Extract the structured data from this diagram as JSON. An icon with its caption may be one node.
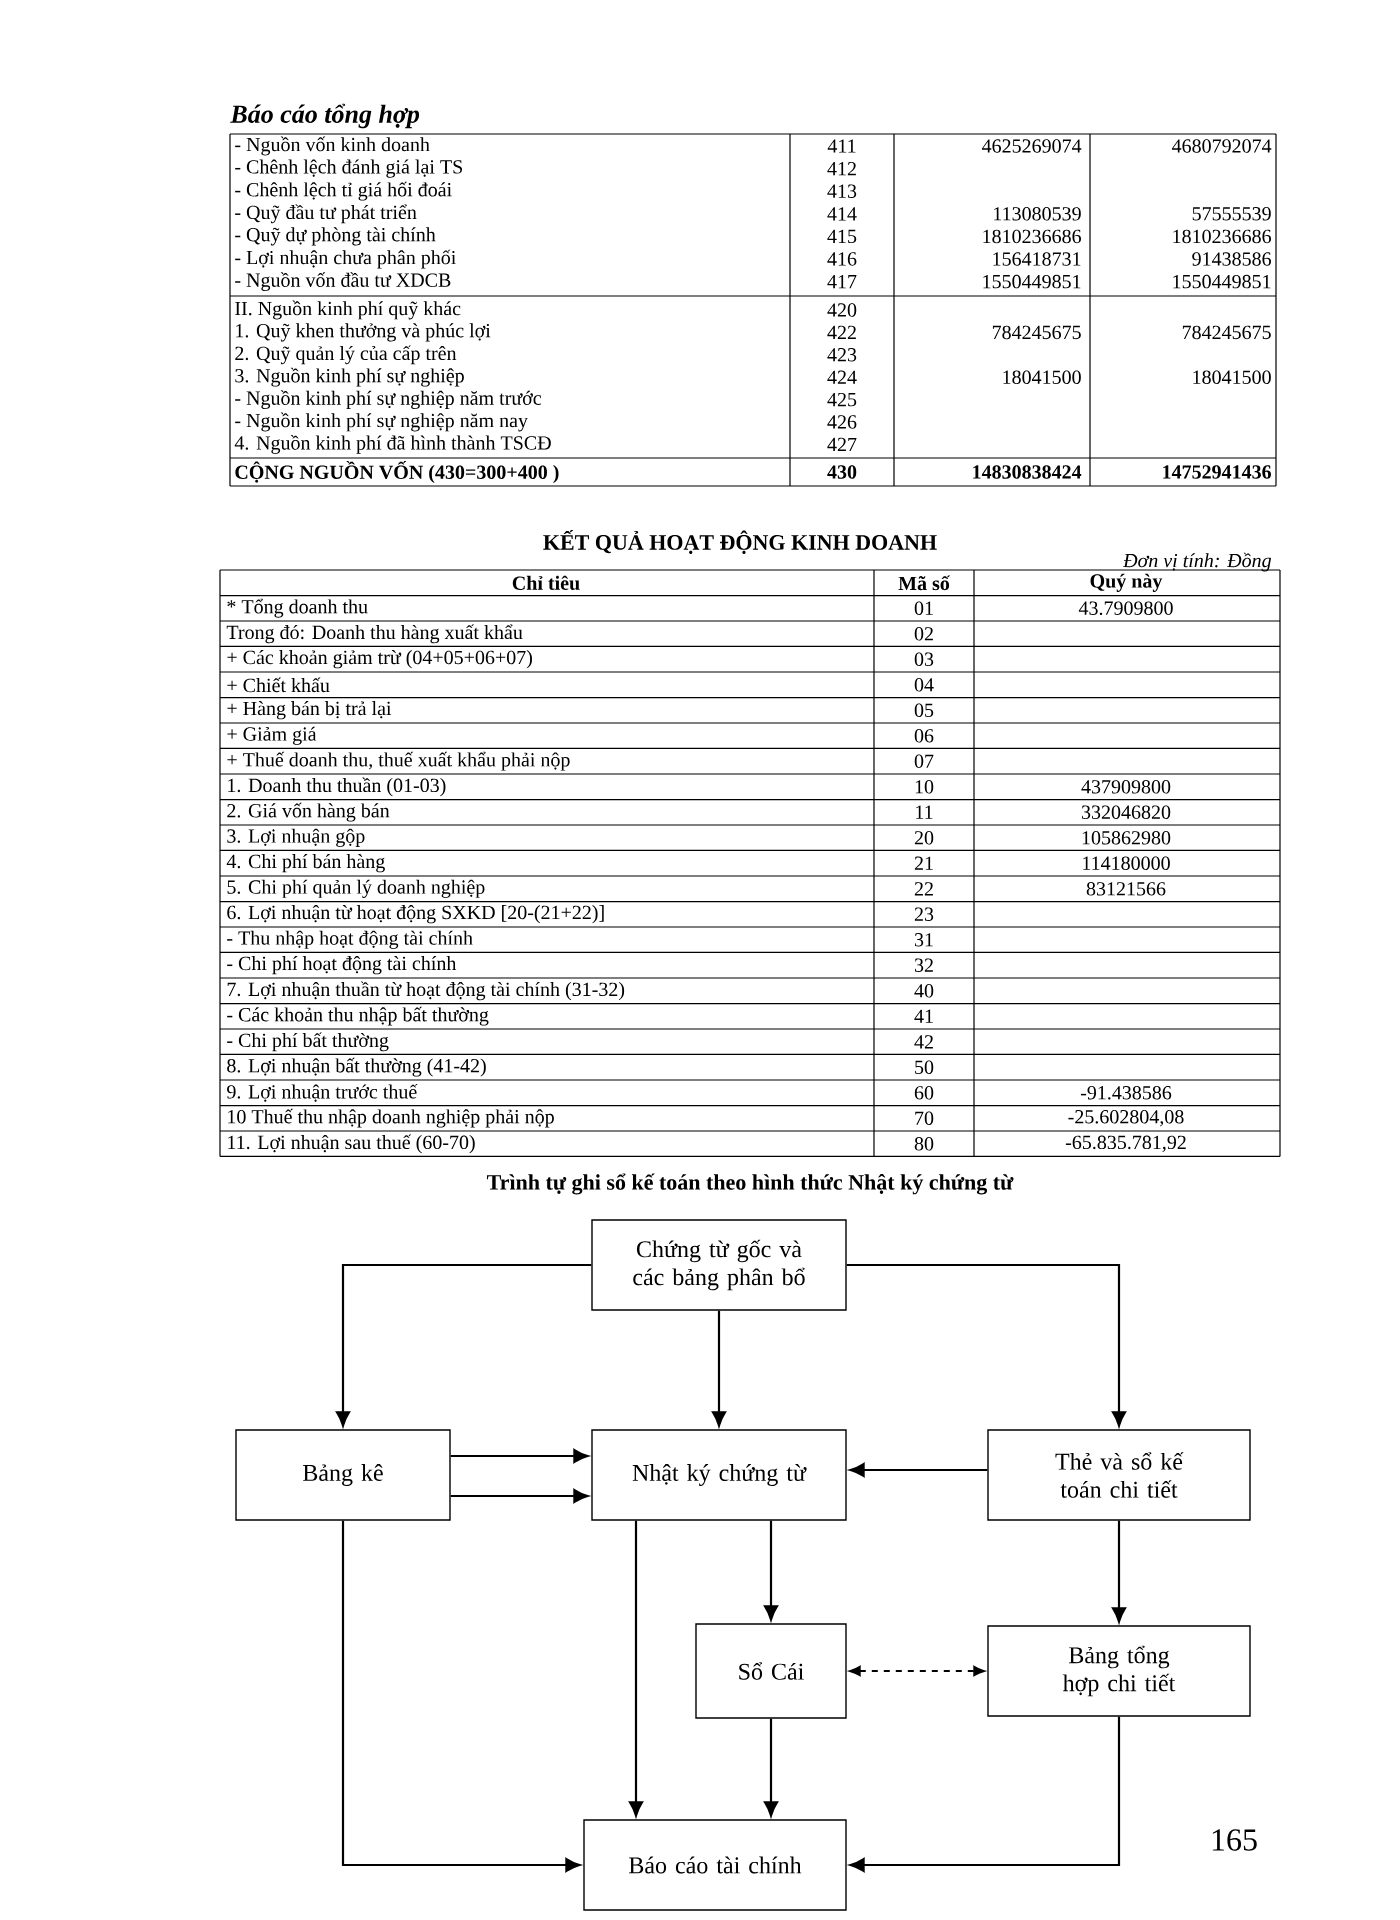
{
  "diagram": {
    "title": "Trình tự ghi sổ kế toán theo hình thức Nhật ký chứng từ",
    "nodes": [
      {
        "text": [
          "Chứng từ gốc và các bảng phân bổ"
        ]
      },
      {
        "text": [
          "Bảng kê"
        ]
      },
      {
        "text": [
          "Nhật ký chứng từ"
        ]
      },
      {
        "text": [
          "Thẻ và sổ kế toán chi tiết"
        ]
      },
      {
        "text": [
          "Sổ Cái"
        ]
      },
      {
        "text": [
          "Bảng tổng hợp chi tiết"
        ]
      },
      {
        "text": [
          "Báo cáo tài chính"
        ]
      }
    ],
    "edges": [
      {
        "from": 0,
        "to": 1,
        "arrow": "to"
      },
      {
        "from": 0,
        "to": 2,
        "arrow": "to"
      },
      {
        "from": 0,
        "to": 3,
        "arrow": "to"
      },
      {
        "from": 1,
        "to": 2,
        "arrow": "to"
      },
      {
        "from": 1,
        "to": 2,
        "arrow": "to"
      },
      {
        "from": 3,
        "to": 2,
        "arrow": "to"
      },
      {
        "from": 1,
        "to": 6,
        "arrow": "to"
      },
      {
        "from": 2,
        "to": 6,
        "arrow": "to"
      },
      {
        "from": 2,
        "to": 4,
        "arrow": "to"
      },
      {
        "from": 3,
        "to": 5,
        "arrow": "to"
      },
      {
        "from": 4,
        "to": 6,
        "arrow": "to"
      },
      {
        "from": 5,
        "to": 6,
        "arrow": "to"
      },
      {
        "from": 4,
        "to": 5,
        "arrow": "both",
        "style": "dashed"
      }
    ],
    "labels": [
      "Báo cáo tổng hợp",
      "- Nguồn vốn kinh doanh",
      "411",
      "4625269074",
      "4680792074",
      "- Chênh lệch đánh giá lại TS",
      "412",
      "- Chênh lệch tỉ giá hối đoái",
      "413",
      "- Quỹ đầu tư phát triển",
      "414",
      "113080539",
      "57555539",
      "- Quỹ dự phòng tài chính",
      "415",
      "1810236686",
      "1810236686",
      "- Lợi nhuận chưa phân phối",
      "416",
      "156418731",
      "91438586",
      "- Nguồn vốn đầu tư XDCB",
      "417",
      "1550449851",
      "1550449851",
      "II. Nguồn kinh phí quỹ khác",
      "420",
      "1. Quỹ khen thưởng và phúc lợi",
      "422",
      "784245675",
      "784245675",
      "2. Quỹ quản lý của cấp trên",
      "423",
      "3. Nguồn kinh phí sự nghiệp",
      "424",
      "18041500",
      "18041500",
      "- Nguồn kinh phí sự nghiệp năm trước",
      "425",
      "- Nguồn kinh phí sự nghiệp năm nay",
      "426",
      "4. Nguồn kinh phí đã hình thành TSCĐ",
      "427",
      "CỘNG NGUỒN VỐN (430=300+400 )",
      "430",
      "14830838424",
      "14752941436",
      "KẾT QUẢ HOẠT ĐỘNG KINH DOANH",
      "Đơn vị tính: Đồng",
      "Chỉ tiêu",
      "Mã số",
      "Quý này",
      "* Tổng doanh thu",
      "01",
      "43.7909800",
      "Trong đó: Doanh thu hàng xuất khẩu",
      "02",
      "+ Các khoản giảm trừ (04+05+06+07)",
      "03",
      "+ Chiết khấu",
      "04",
      "+ Hàng bán bị trả lại",
      "05",
      "+ Giảm giá",
      "06",
      "+ Thuế doanh thu, thuế xuất khẩu phải nộp",
      "07",
      "1. Doanh thu thuần (01-03)",
      "10",
      "437909800",
      "2. Giá vốn hàng bán",
      "11",
      "332046820",
      "3. Lợi nhuận gộp",
      "20",
      "105862980",
      "4. Chi phí bán hàng",
      "21",
      "114180000",
      "5. Chi phí quản lý doanh nghiệp",
      "22",
      "83121566",
      "6. Lợi nhuận từ hoạt động SXKD [20-(21+22)]",
      "23",
      "- Thu nhập hoạt động tài chính",
      "31",
      "- Chi phí hoạt động tài chính",
      "32",
      "7. Lợi nhuận thuần từ hoạt động tài chính (31-32)",
      "40",
      "- Các khoản thu nhập bất thường",
      "41",
      "- Chi phí bất thường",
      "42",
      "8. Lợi nhuận bất thường (41-42)",
      "50",
      "9. Lợi nhuận trước thuế",
      "60",
      "-91.438586",
      "10 Thuế thu nhập doanh nghiệp phải nộp",
      "70",
      "-25.602804,08",
      "11. Lợi nhuận sau thuế (60-70)",
      "80",
      "-65.835.781,92",
      "165"
    ]
  }
}
